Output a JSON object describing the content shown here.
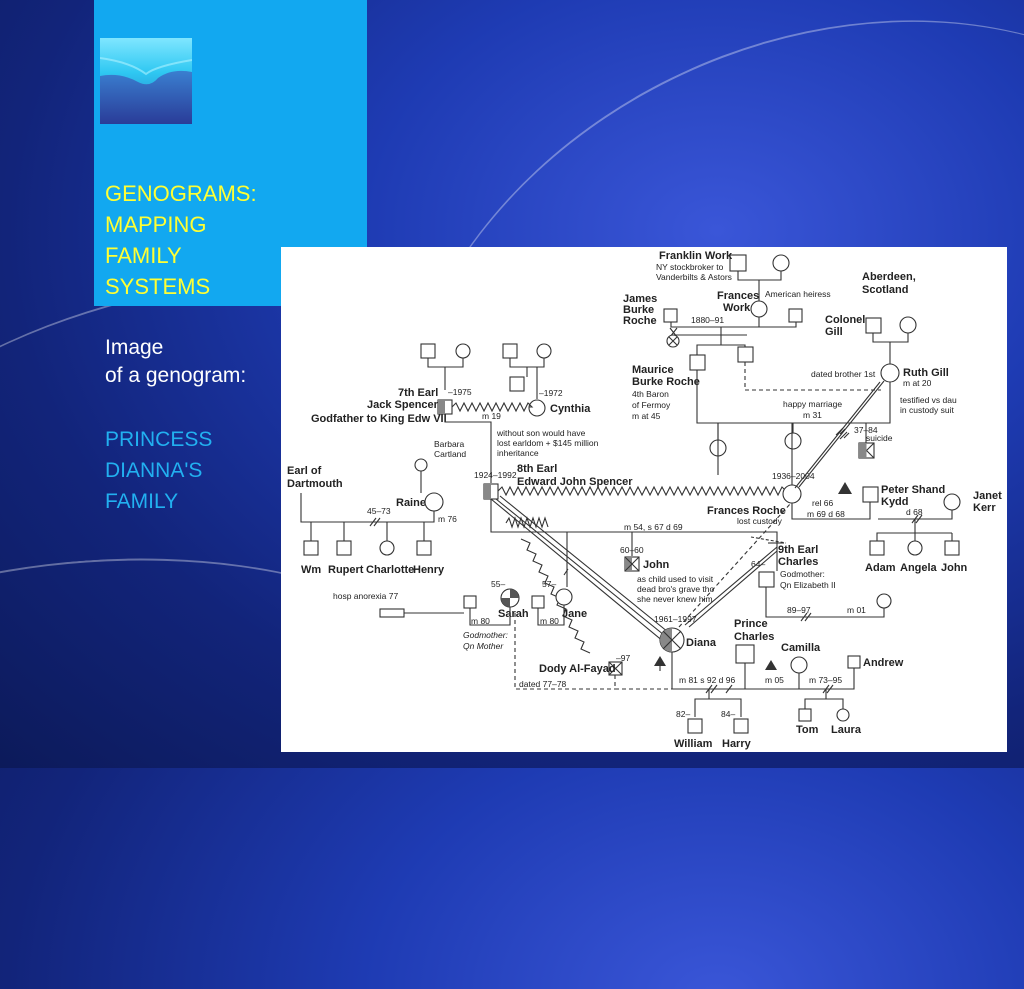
{
  "slide": {
    "title_lines": [
      "GENOGRAMS:",
      "MAPPING",
      "FAMILY",
      "SYSTEMS"
    ],
    "caption_lines": [
      "Image",
      "of a genogram:"
    ],
    "family_lines": [
      "PRINCESS",
      "DIANNA'S",
      "FAMILY"
    ]
  },
  "colors": {
    "title": "#ffff33",
    "family": "#22b0f0",
    "panel": "#12a8f0"
  },
  "genogram": {
    "franklin": "Franklin Work",
    "franklin_note1": "NY stockbroker to",
    "franklin_note2": "Vanderbilts & Astors",
    "american_heiress": "American heiress",
    "aberdeen1": "Aberdeen,",
    "aberdeen2": "Scotland",
    "james1": "James",
    "james2": "Burke",
    "james3": "Roche",
    "frances_work1": "Frances",
    "frances_work2": "Work",
    "fw_dates": "1880–91",
    "colonel1": "Colonel",
    "colonel2": "Gill",
    "maurice1": "Maurice",
    "maurice2": "Burke Roche",
    "maurice3": "4th Baron",
    "maurice4": "of Fermoy",
    "maurice5": "m at 45",
    "dated_brother": "dated brother 1st",
    "ruth": "Ruth Gill",
    "ruth_m": "m at 20",
    "happy1": "happy marriage",
    "happy2": "m 31",
    "testified1": "testified vs dau",
    "testified2": "in custody suit",
    "jack1": "7th Earl",
    "jack2": "Jack Spencer",
    "jack3": "Godfather to King Edw VII",
    "jack_d": "–1975",
    "cynthia_d": "–1972",
    "cynthia": "Cynthia",
    "jack_m": "m 19",
    "without1": "without son would have",
    "without2": "lost earldom + $145 million",
    "without3": "inheritance",
    "suicide_y": "37–84",
    "suicide": "suicide",
    "barbara1": "Barbara",
    "barbara2": "Cartland",
    "earl8a": "8th Earl",
    "earl8b": "Edward John Spencer",
    "earl8_dates": "1924–1992",
    "fr_dates": "1936–2004",
    "frances_roche": "Frances Roche",
    "lost_custody": "lost custody",
    "rel66": "rel 66",
    "m69": "m 69 d 68",
    "peter1": "Peter Shand",
    "peter2": "Kydd",
    "janet1": "Janet",
    "janet2": "Kerr",
    "d68": "d 68",
    "dartmouth1": "Earl of",
    "dartmouth2": "Dartmouth",
    "raine": "Raine",
    "d4573": "45–73",
    "m76": "m 76",
    "m54": "m 54, s 67 d 69",
    "john_y": "60–60",
    "john": "John",
    "child1": "as child used to visit",
    "child2": "dead bro's grave tho",
    "child3": "she never knew him",
    "charles9a": "9th Earl",
    "charles9b": "Charles",
    "charles9_y": "64–",
    "godmother1": "Godmother:",
    "godmother2": "Qn Elizabeth II",
    "m8997": "89–97",
    "m01": "m 01",
    "adam": "Adam",
    "angela": "Angela",
    "john_k": "John",
    "wm": "Wm",
    "rupert": "Rupert",
    "charlotte": "Charlotte",
    "henry": "Henry",
    "hosp": "hosp anorexia 77",
    "sarah_y": "55–",
    "sarah": "Sarah",
    "m80a": "m 80",
    "sarah_gm1": "Godmother:",
    "sarah_gm2": "Qn Mother",
    "jane_y": "57–",
    "jane": "Jane",
    "m80b": "m 80",
    "diana_y": "1961–1997",
    "diana": "Diana",
    "prince1": "Prince",
    "prince2": "Charles",
    "camilla": "Camilla",
    "andrew": "Andrew",
    "dody_y": "–97",
    "dody": "Dody Al-Fayad",
    "dated7778": "dated 77–78",
    "m81": "m 81 s 92 d 96",
    "m05": "m 05",
    "m7395": "m 73–95",
    "tom": "Tom",
    "laura": "Laura",
    "william_y": "82–",
    "harry_y": "84–",
    "william": "William",
    "harry": "Harry"
  }
}
